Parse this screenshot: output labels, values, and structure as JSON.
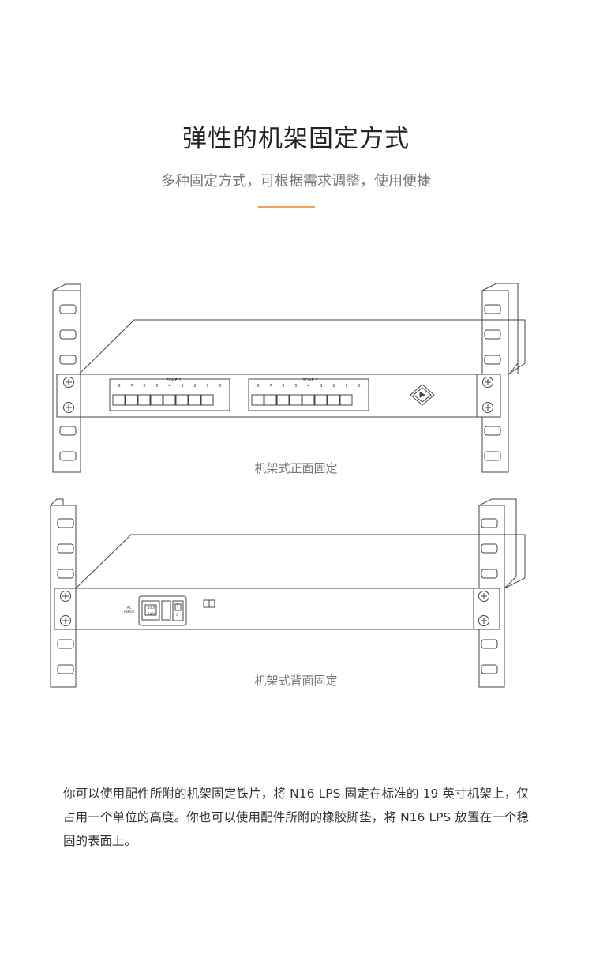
{
  "header": {
    "title": "弹性的机架固定方式",
    "subtitle": "多种固定方式，可根据需求调整，使用便捷",
    "accent_color": "#f0a15e"
  },
  "front_view": {
    "caption": "机架式正面固定",
    "zone2_label": "ZONE 2",
    "zone1_label": "ZONE 1",
    "zone2_ports": [
      "8",
      "7",
      "6",
      "5",
      "4",
      "3",
      "2",
      "1"
    ],
    "zone1_ports": [
      "8",
      "7",
      "6",
      "5",
      "4",
      "3",
      "2",
      "1"
    ],
    "extra_port_label": "0"
  },
  "rear_view": {
    "caption": "机架式背面固定",
    "input_label_1": "AC",
    "input_label_2": "INPUT",
    "voltage_1": "100V",
    "voltage_2": "240V",
    "switch_on": "I",
    "switch_off": "O"
  },
  "description": "你可以使用配件所附的机架固定铁片，将 N16 LPS 固定在标准的 19 英寸机架上，仅占用一个单位的高度。你也可以使用配件所附的橡胶脚垫，将 N16 LPS 放置在一个稳固的表面上。"
}
